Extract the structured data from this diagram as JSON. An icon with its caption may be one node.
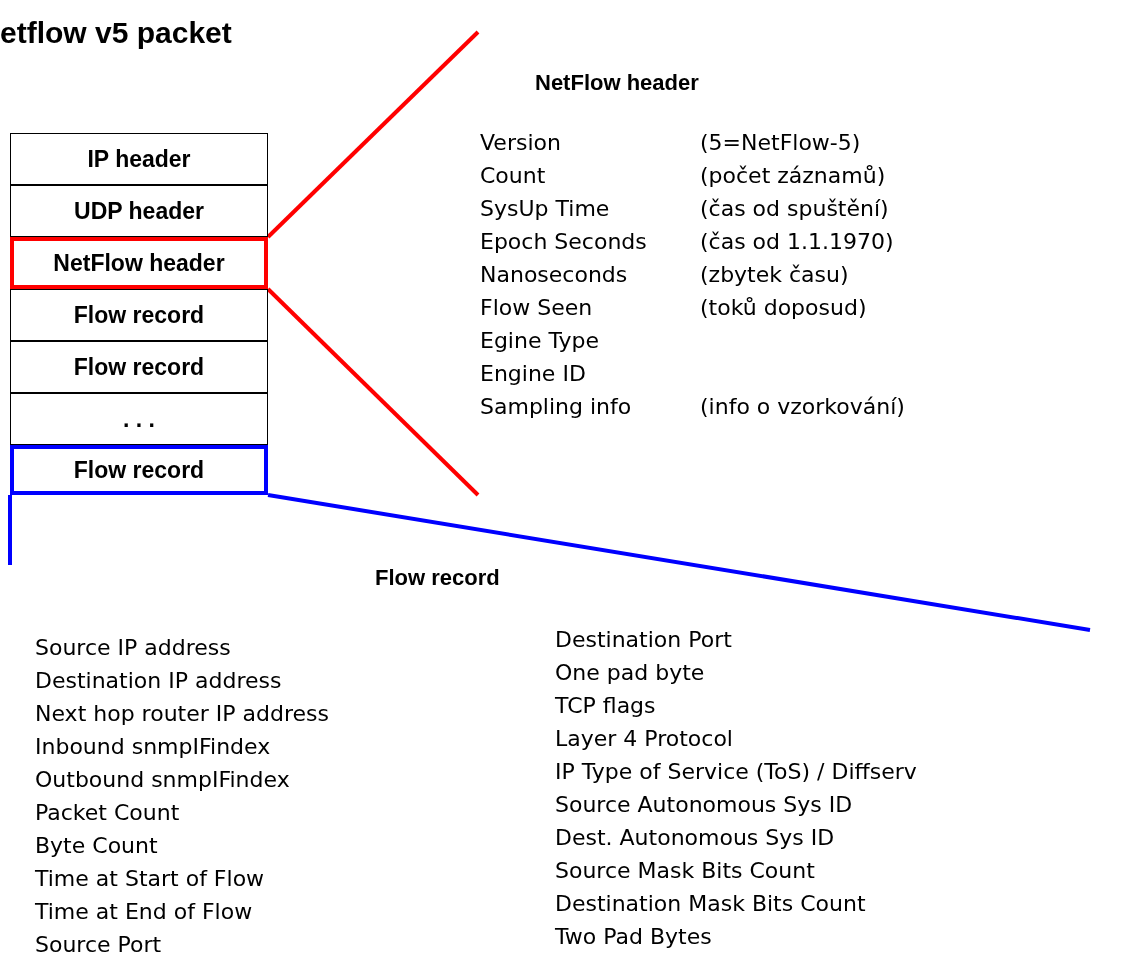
{
  "diagram": {
    "title": "etflow v5 packet",
    "nodes": [
      {
        "text": [
          "IP header"
        ]
      },
      {
        "text": [
          "UDP header"
        ]
      },
      {
        "text": [
          "NetFlow header"
        ]
      },
      {
        "text": [
          "Flow record"
        ]
      },
      {
        "text": [
          "Flow record"
        ]
      },
      {
        "text": [
          ". . ."
        ]
      },
      {
        "text": [
          "Flow record"
        ]
      },
      {
        "text": [
          "NetFlow header",
          "Version",
          "(5=NetFlow-5)",
          "Count",
          "(počet záznamů)",
          "SysUp Time",
          "(čas od spuštění)",
          "Epoch Seconds",
          "(čas od 1.1.1970)",
          "Nanoseconds",
          "(zbytek času)",
          "Flow Seen",
          "(toků doposud)",
          "Egine Type",
          "Engine ID",
          "Sampling info",
          "(info o vzorkování)"
        ]
      },
      {
        "text": [
          "Flow record",
          "Source IP address",
          "Destination IP address",
          "Next hop router IP address",
          "Inbound snmpIFindex",
          "Outbound snmpIFindex",
          "Packet Count",
          "Byte Count",
          "Time at Start of Flow",
          "Time at End of Flow",
          "Source Port",
          "Destination Port",
          "One pad byte",
          "TCP flags",
          "Layer 4 Protocol",
          "IP Type of Service (ToS) / Diffserv",
          "Source Autonomous Sys ID",
          "Dest. Autonomous Sys ID",
          "Source Mask Bits Count",
          "Destination Mask Bits Count",
          "Two Pad Bytes"
        ]
      }
    ],
    "edges": [
      {
        "from": 2,
        "to": 7,
        "arrow": "none",
        "color": "#ff0000"
      },
      {
        "from": 2,
        "to": 7,
        "arrow": "none",
        "color": "#ff0000"
      },
      {
        "from": 6,
        "to": 8,
        "arrow": "none",
        "color": "#0000ff"
      },
      {
        "from": 6,
        "to": 8,
        "arrow": "none",
        "color": "#0000ff"
      }
    ]
  }
}
